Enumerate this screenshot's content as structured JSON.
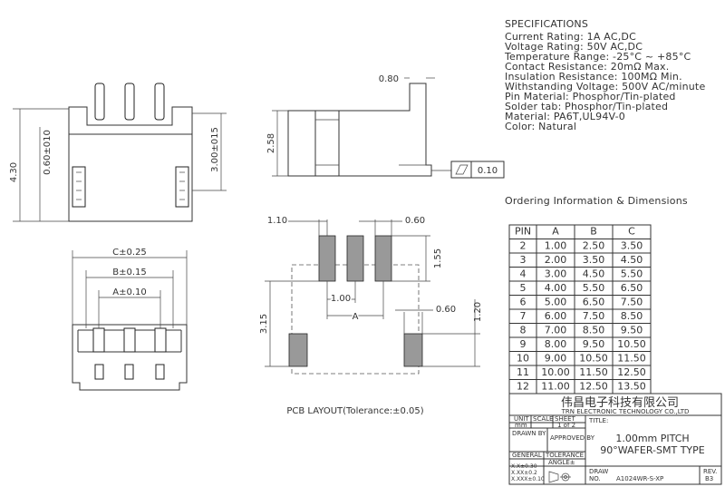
{
  "specs": {
    "heading": "SPECIFICATIONS",
    "lines": [
      "Current Rating: 1A AC,DC",
      "Voltage Rating: 50V AC,DC",
      "Temperature Range: -25°C ~ +85°C",
      "Contact Resistance: 20mΩ Max.",
      "Insulation Resistance: 100MΩ Min.",
      "Withstanding Voltage: 500V AC/minute",
      "Pin Material: Phosphor/Tin-plated",
      "Solder tab: Phosphor/Tin-plated",
      "Material: PA6T,UL94V-0",
      "Color: Natural"
    ]
  },
  "ordering": {
    "heading": "Ordering Information & Dimensions",
    "columns": [
      "PIN",
      "A",
      "B",
      "C"
    ],
    "rows": [
      [
        "2",
        "1.00",
        "2.50",
        "3.50"
      ],
      [
        "3",
        "2.00",
        "3.50",
        "4.50"
      ],
      [
        "4",
        "3.00",
        "4.50",
        "5.50"
      ],
      [
        "5",
        "4.00",
        "5.50",
        "6.50"
      ],
      [
        "6",
        "5.00",
        "6.50",
        "7.50"
      ],
      [
        "7",
        "6.00",
        "7.50",
        "8.50"
      ],
      [
        "8",
        "7.00",
        "8.50",
        "9.50"
      ],
      [
        "9",
        "8.00",
        "9.50",
        "10.50"
      ],
      [
        "10",
        "9.00",
        "10.50",
        "11.50"
      ],
      [
        "11",
        "10.00",
        "11.50",
        "12.50"
      ],
      [
        "12",
        "11.00",
        "12.50",
        "13.50"
      ]
    ]
  },
  "front_view": {
    "dim_height": "4.30",
    "dim_tab": "0.60±010",
    "dim_body": "3.00±015"
  },
  "side_view": {
    "dim_top": "0.80",
    "dim_height": "2.58",
    "flatness_value": "0.10"
  },
  "bottom_view": {
    "dim_c": "C±0.25",
    "dim_b": "B±0.15",
    "dim_a": "A±0.10"
  },
  "pcb": {
    "dim_pad_pitch_left": "1.10",
    "dim_pad_width": "0.60",
    "dim_pad_length": "1.55",
    "dim_pitch": "1.00",
    "dim_a": "A",
    "dim_tab_width": "0.60",
    "dim_tab_length": "1.20",
    "dim_height": "3.15",
    "caption": "PCB  LAYOUT(Tolerance:±0.05)"
  },
  "title_block": {
    "company_cn": "伟昌电子科技有限公司",
    "company_en": "TRN  ELECTRONIC  TECHNOLOGY  CO.,LTD",
    "unit_label": "UNIT",
    "scale_label": "SCALE",
    "sheet_label": "SHEET",
    "title_label": "TITLE:",
    "unit_value": "mm",
    "sheet_value": "1 of 2",
    "drawn_label": "DRAWN BY",
    "approved_label": "APPROVED BY",
    "title_line1": "1.00mm  PITCH",
    "title_line2": "90°WAFER-SMT  TYPE",
    "general_label": "GENERAL",
    "tolerance_label": "TOLERANCE",
    "angle_label": "ANGLE±",
    "tol_1": "X.X±0.30",
    "tol_2": "X.XX±0.2",
    "tol_3": "X.XXX±0.10",
    "draw_no_label_1": "DRAW",
    "draw_no_label_2": "NO.",
    "draw_no": "A1024WR-S-XP",
    "rev_label": "REV.",
    "rev_value": "B3"
  }
}
